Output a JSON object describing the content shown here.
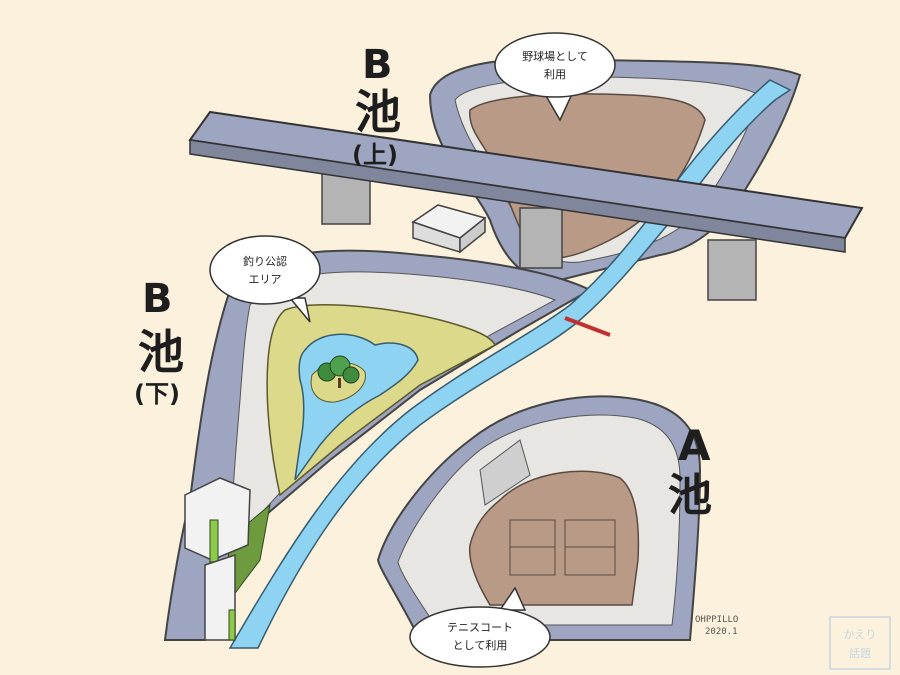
{
  "labels": {
    "b_upper_letter": "B",
    "b_upper_kanji": "池",
    "b_upper_paren": "(上)",
    "b_lower_letter": "B",
    "b_lower_kanji": "池",
    "b_lower_paren": "(下)",
    "a_letter": "A",
    "a_kanji": "池"
  },
  "bubbles": {
    "baseball": {
      "line1": "野球場として",
      "line2": "利用"
    },
    "fishing": {
      "line1": "釣り公認",
      "line2": "エリア"
    },
    "tennis": {
      "line1": "テニスコート",
      "line2": "として利用"
    }
  },
  "signature": {
    "name": "OHPPILLO",
    "date": "2020.1"
  },
  "stamp": {
    "line1": "かえり",
    "line2": "話題"
  },
  "colors": {
    "background": "#fbf1dc",
    "river": "#8fd3f2",
    "bridge": "#9ea5c0",
    "wall": "#9499b3",
    "clay": "#b89a86",
    "grass": "#dcd98a",
    "pond": "#8fd3f2"
  }
}
